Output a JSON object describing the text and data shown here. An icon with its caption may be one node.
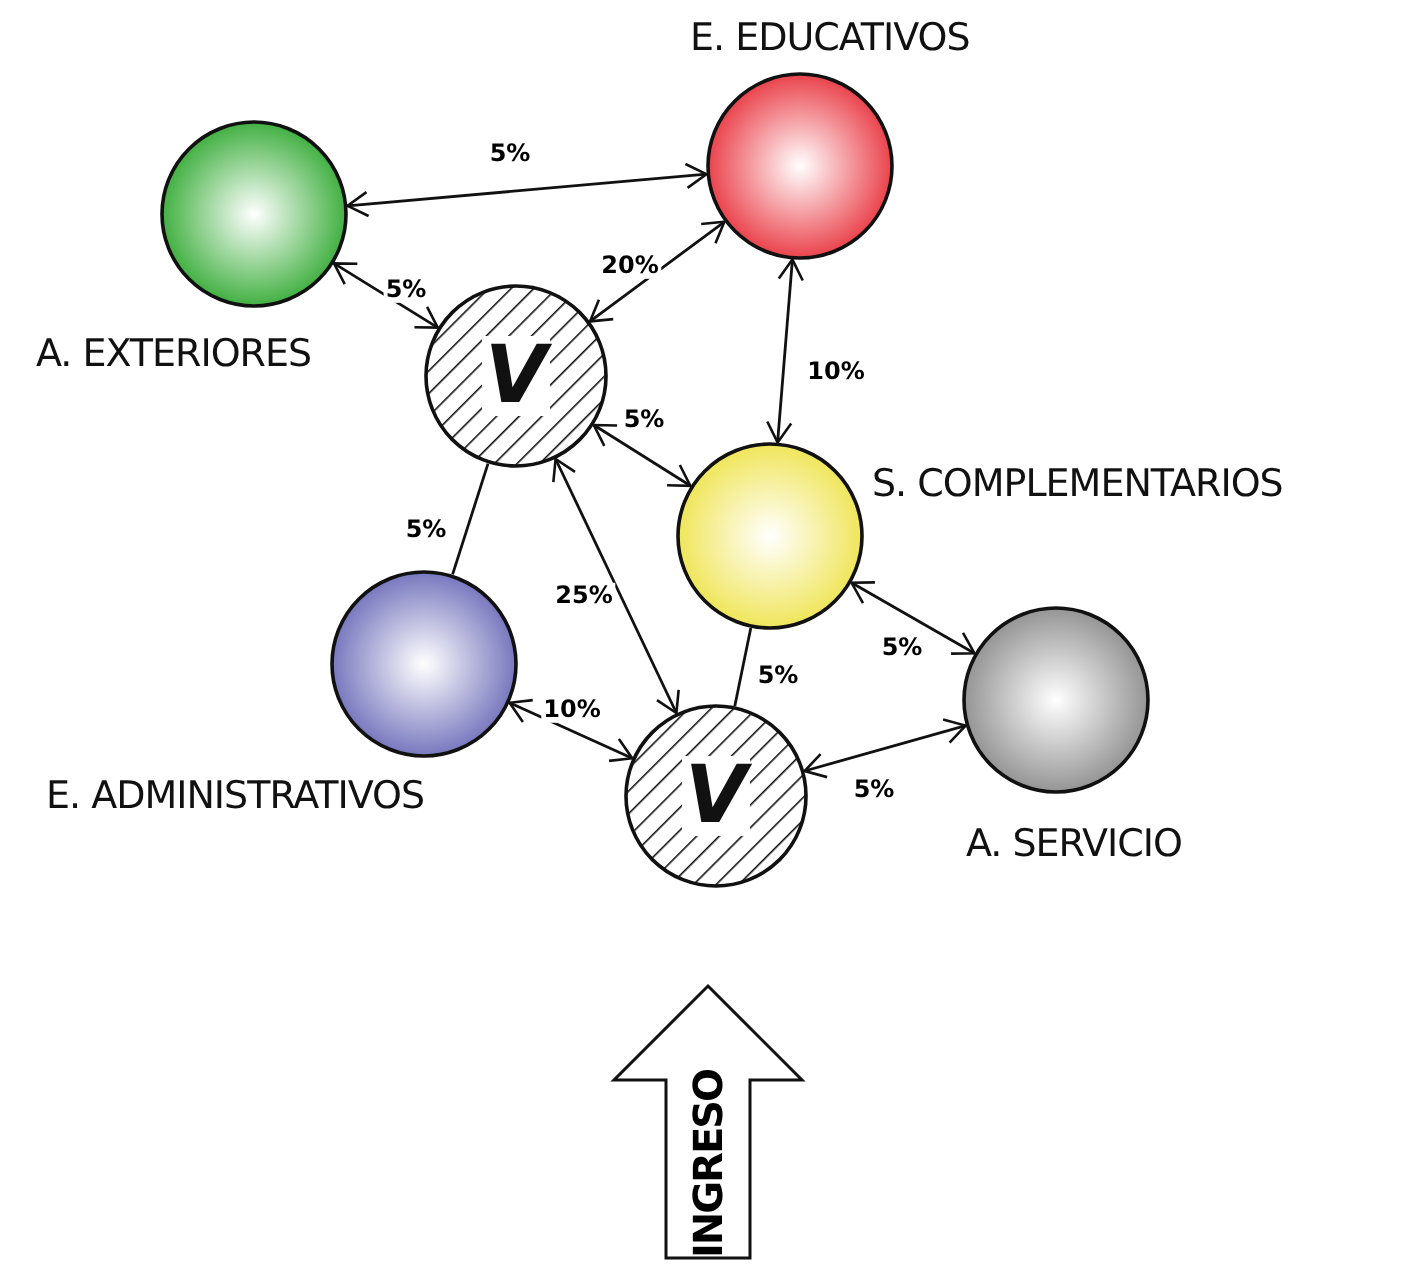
{
  "diagram": {
    "nodes": [
      {
        "text": [
          "A. EXTERIORES"
        ]
      },
      {
        "text": [
          "E. EDUCATIVOS"
        ]
      },
      {
        "text": [
          "V"
        ]
      },
      {
        "text": [
          "S. COMPLEMENTARIOS"
        ]
      },
      {
        "text": [
          "E. ADMINISTRATIVOS"
        ]
      },
      {
        "text": [
          "V"
        ]
      },
      {
        "text": [
          "A. SERVICIO"
        ]
      },
      {
        "text": [
          "INGRESO"
        ]
      }
    ],
    "edges": [
      {
        "from": 0,
        "to": 1,
        "arrow": "both",
        "label": "5%"
      },
      {
        "from": 0,
        "to": 2,
        "arrow": "both",
        "label": "5%"
      },
      {
        "from": 2,
        "to": 1,
        "arrow": "both",
        "label": "20%"
      },
      {
        "from": 1,
        "to": 3,
        "arrow": "both",
        "label": "10%"
      },
      {
        "from": 2,
        "to": 3,
        "arrow": "both",
        "label": "5%"
      },
      {
        "from": 2,
        "to": 4,
        "arrow": "none",
        "label": "5%"
      },
      {
        "from": 2,
        "to": 5,
        "arrow": "both",
        "label": "25%"
      },
      {
        "from": 4,
        "to": 5,
        "arrow": "both",
        "label": "10%"
      },
      {
        "from": 3,
        "to": 5,
        "arrow": "none",
        "label": "5%"
      },
      {
        "from": 3,
        "to": 6,
        "arrow": "both",
        "label": "5%"
      },
      {
        "from": 5,
        "to": 6,
        "arrow": "both",
        "label": "5%"
      }
    ]
  }
}
